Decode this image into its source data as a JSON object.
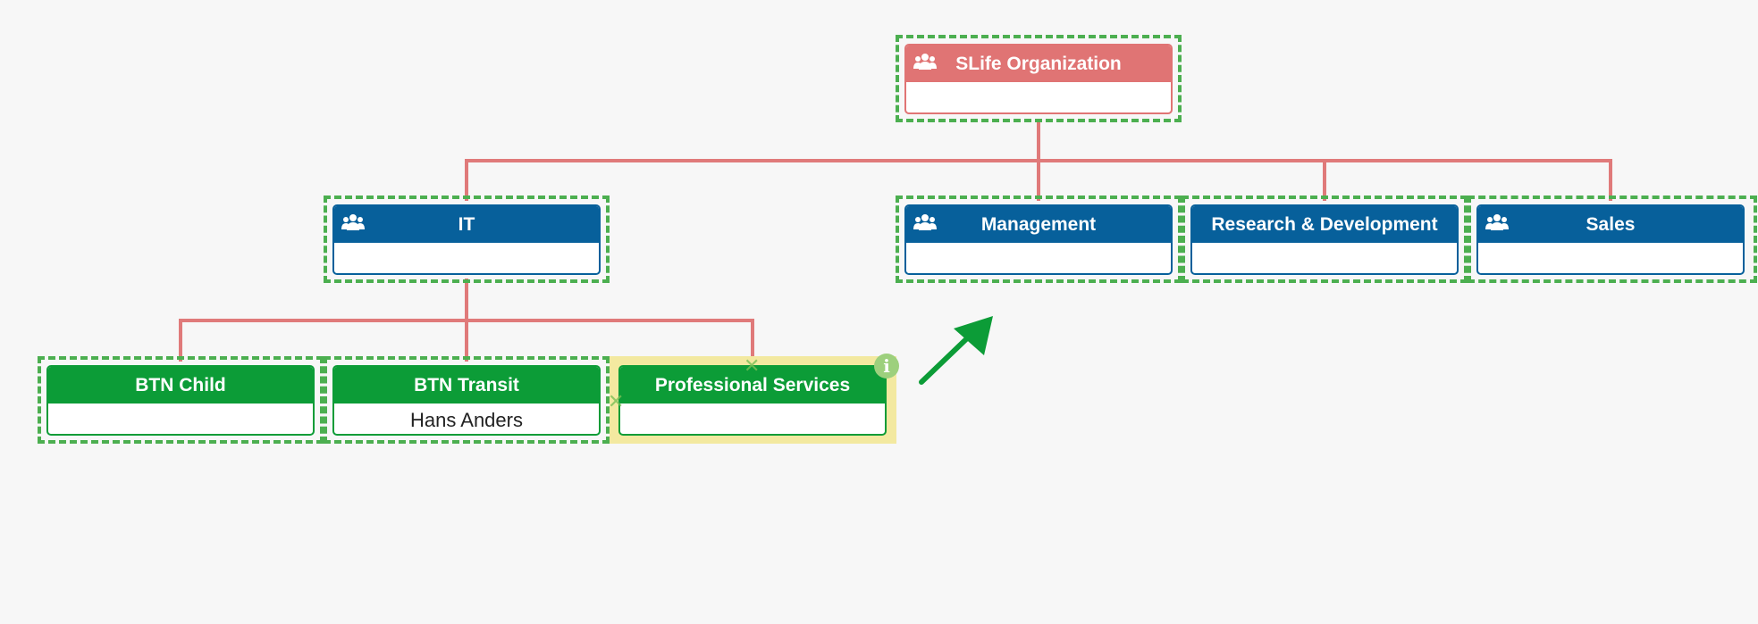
{
  "colors": {
    "root": "#e07474",
    "department": "#07609b",
    "team": "#0c9c37",
    "connector": "#e07a7a",
    "selection": "#4caf50",
    "highlight": "#f3e9a0"
  },
  "nodes": {
    "root": {
      "title": "SLife Organization",
      "member": "",
      "icon": "group-icon"
    },
    "it": {
      "title": "IT",
      "member": "",
      "icon": "group-icon"
    },
    "management": {
      "title": "Management",
      "member": "",
      "icon": "group-icon"
    },
    "research": {
      "title": "Research & Development",
      "member": ""
    },
    "sales": {
      "title": "Sales",
      "member": "",
      "icon": "group-icon"
    },
    "btn_child": {
      "title": "BTN Child",
      "member": ""
    },
    "btn_transit": {
      "title": "BTN Transit",
      "member": "Hans Anders"
    },
    "professional_services": {
      "title": "Professional Services",
      "member": "",
      "badge": "i"
    }
  },
  "drop_hint_glyph": "✕",
  "arrow_icon": "up-right-arrow-icon"
}
